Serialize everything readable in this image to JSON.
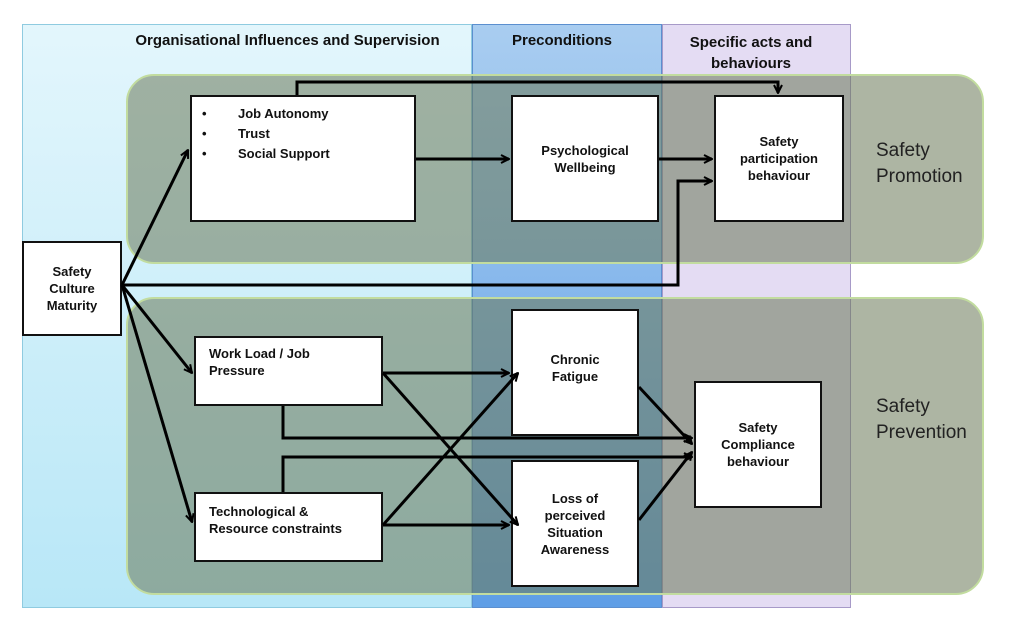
{
  "columns": {
    "org": "Organisational Influences and Supervision",
    "pre": "Preconditions",
    "specific_line1": "Specific acts and",
    "specific_line2": "behaviours"
  },
  "bands": {
    "promotion_line1": "Safety",
    "promotion_line2": "Promotion",
    "prevention_line1": "Safety",
    "prevention_line2": "Prevention"
  },
  "nodes": {
    "maturity": [
      "Safety",
      "Culture",
      "Maturity"
    ],
    "job_resources": [
      "Job Autonomy",
      "Trust",
      "Social Support"
    ],
    "bullet": "•",
    "workload": [
      "Work Load / Job",
      "Pressure"
    ],
    "tech": [
      "Technological &",
      "Resource constraints"
    ],
    "wellbeing": [
      "Psychological",
      "Wellbeing"
    ],
    "fatigue": [
      "Chronic",
      "Fatigue"
    ],
    "situation": [
      "Loss of",
      "perceived",
      "Situation",
      "Awareness"
    ],
    "participation": [
      "Safety",
      "participation",
      "behaviour"
    ],
    "compliance": [
      "Safety",
      "Compliance",
      "behaviour"
    ]
  },
  "colors": {
    "org_column": "#c9eef9",
    "preconditions_column": "#5e9ee6",
    "specific_column": "#e4dcf3",
    "band_fill": "#7c8a6a",
    "band_border": "#c2dc9f",
    "box_border": "#111111"
  }
}
